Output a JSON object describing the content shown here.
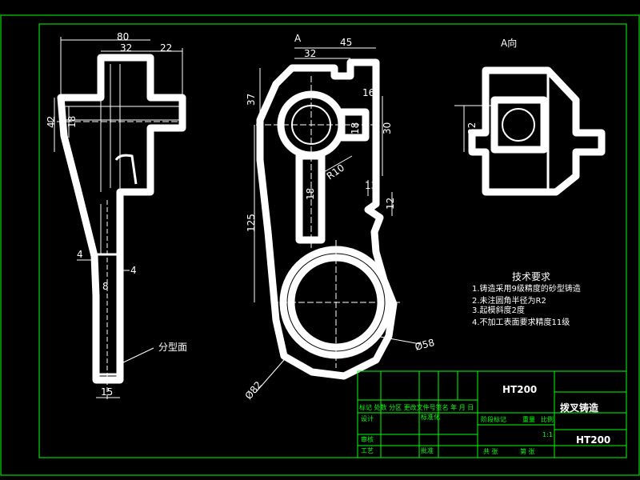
{
  "drawing": {
    "colors": {
      "background": "#000000",
      "frame": "#00ff00",
      "lines": "#ffffff"
    },
    "left_view": {
      "dims": {
        "overall_width": "80",
        "boss_width": "32",
        "offset": "22",
        "hub_height": "42",
        "hub_bore": "18",
        "slot_left": "4",
        "slot_right": "4",
        "slot_center": "8",
        "foot_width": "15"
      },
      "parting_label": "分型面"
    },
    "front_view": {
      "view_marker": "A",
      "dims": {
        "top_width": "45",
        "top_offset": "32",
        "top_height": "37",
        "small_gap": "16",
        "bore_dia": "18",
        "right_height": "30",
        "radius": "R10",
        "rib": "18",
        "lower_gap": "13",
        "lower_offset": "12",
        "center_distance": "125",
        "big_bore": "Ø58",
        "outer": "Ø82"
      }
    },
    "aux_view": {
      "title": "A向",
      "dims": {
        "height": "32"
      }
    },
    "tech_requirements": {
      "heading": "技术要求",
      "items": [
        "1.铸造采用9级精度的砂型铸造",
        "2.未注圆角半径为R2",
        "3.起模斜度2度",
        "4.不加工表面要求精度11级"
      ]
    },
    "title_block": {
      "header_row": "标记 处数  分区 更改文件号签名 年 月 日",
      "design": "设计",
      "standardize": "标准化",
      "stage_mark": "阶段标记",
      "weight": "重量",
      "ratio_label": "比例",
      "ratio": "1:1",
      "review": "审核",
      "process": "工艺",
      "approve": "批准",
      "sheet_total": "共 张",
      "sheet_no": "第 张",
      "part_name": "拨叉铸造",
      "material": "HT200",
      "drawing_no": "HT200"
    }
  }
}
